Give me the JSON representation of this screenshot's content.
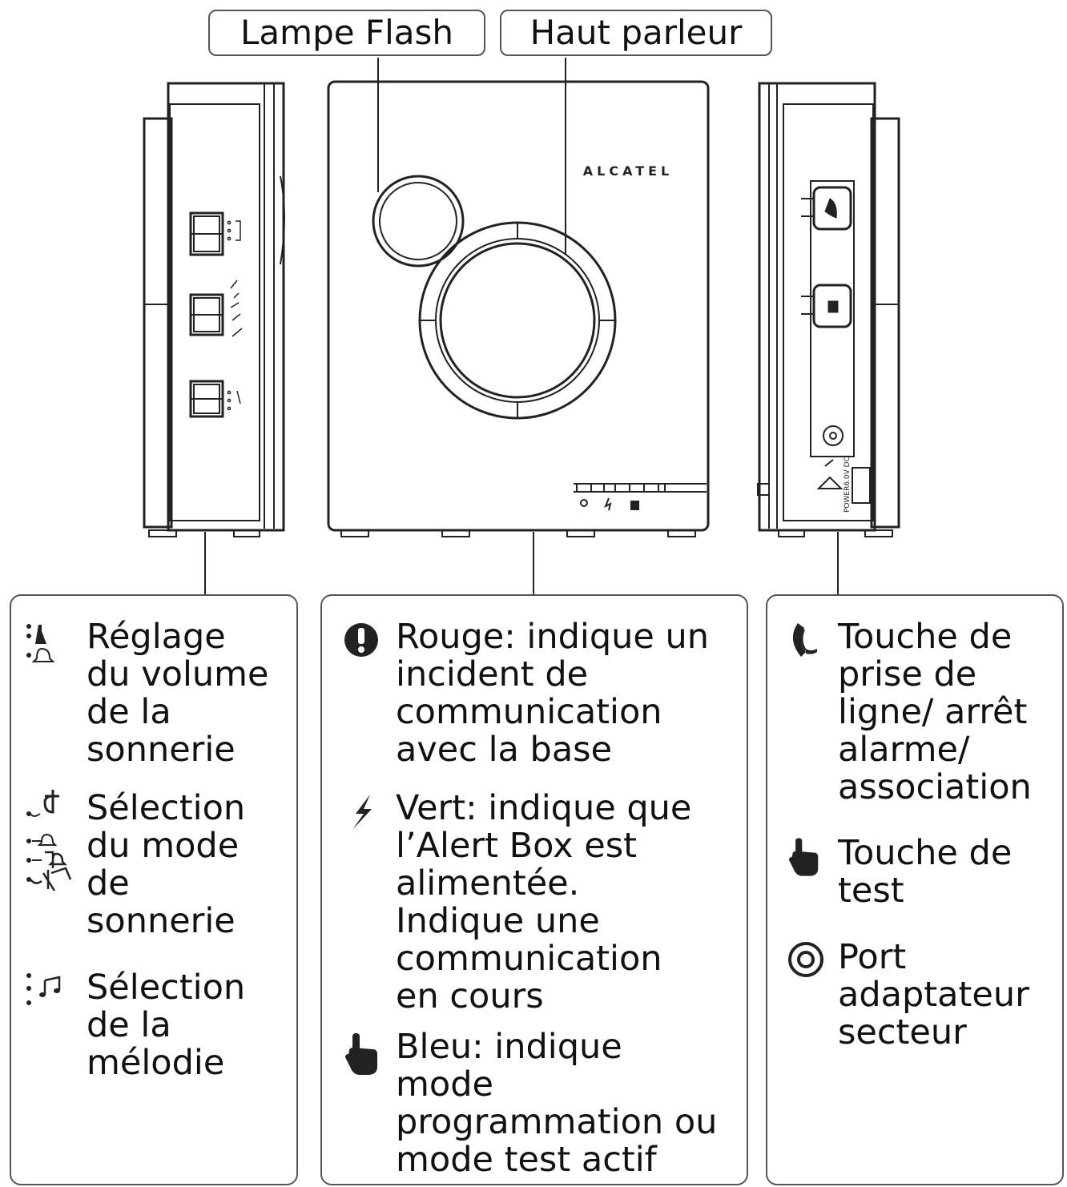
{
  "callouts": {
    "flash": "Lampe Flash",
    "speaker": "Haut parleur"
  },
  "device": {
    "brand": "ALCATEL",
    "power_label": "POWER6.0V DC"
  },
  "left_panel": {
    "items": [
      {
        "icon": "volume-level-icon",
        "text": "Réglage\ndu volume\nde la\nsonnerie"
      },
      {
        "icon": "ring-mode-icon",
        "text": "Sélection\ndu mode\nde\nsonnerie"
      },
      {
        "icon": "melody-note-icon",
        "text": "Sélection\nde la\nmélodie"
      }
    ]
  },
  "middle_panel": {
    "items": [
      {
        "icon": "alert-exclamation-icon",
        "text": "Rouge: indique un\nincident de\ncommunication\navec la base"
      },
      {
        "icon": "lightning-bolt-icon",
        "text": "Vert: indique que\nl’Alert Box est\nalimentée.\nIndique une\ncommunication\nen cours"
      },
      {
        "icon": "pointing-hand-icon",
        "text": "Bleu: indique\nmode\nprogrammation ou\nmode test actif"
      }
    ]
  },
  "right_panel": {
    "items": [
      {
        "icon": "handset-icon",
        "text": "Touche de\nprise de\nligne/ arrêt\nalarme/\nassociation"
      },
      {
        "icon": "pointing-hand-icon",
        "text": "Touche de\ntest"
      },
      {
        "icon": "power-port-icon",
        "text": "Port\nadaptateur\nsecteur"
      }
    ]
  },
  "colors": {
    "line": "#222222",
    "border": "#555555",
    "background": "#ffffff"
  }
}
